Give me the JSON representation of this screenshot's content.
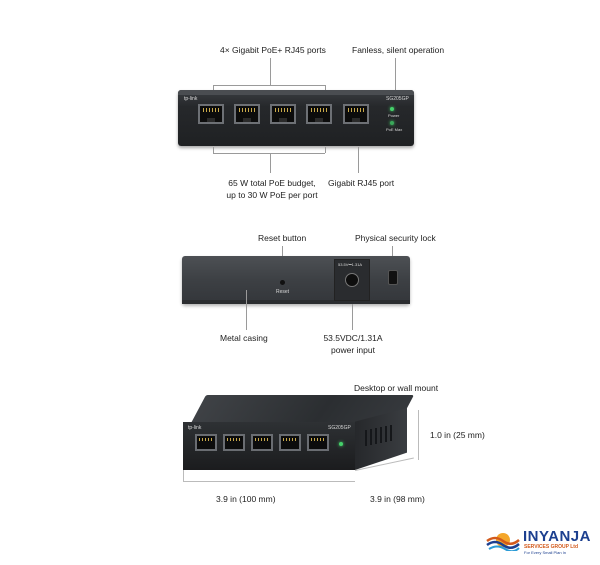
{
  "front_view": {
    "label_ports": "4× Gigabit PoE+ RJ45 ports",
    "label_fanless": "Fanless, silent operation",
    "label_budget_line1": "65 W total PoE budget,",
    "label_budget_line2": "up to 30 W PoE per port",
    "label_uplink": "Gigabit RJ45 port",
    "device_brand": "tp-link",
    "device_model": "SG205GP",
    "led_power": "Power",
    "led_poe_max": "PoE Max"
  },
  "rear_view": {
    "label_reset": "Reset button",
    "label_lock": "Physical security lock",
    "label_casing": "Metal casing",
    "label_power_line1": "53.5VDC/1.31A",
    "label_power_line2": "power input",
    "reset_text": "Reset",
    "dc_text": "53.5V⎓1.31A"
  },
  "perspective_view": {
    "label_mount": "Desktop or wall mount",
    "label_height": "1.0 in (25 mm)",
    "label_width": "3.9 in (100 mm)",
    "label_depth": "3.9 in (98 mm)"
  },
  "logo": {
    "name": "INYANJA",
    "subtitle": "SERVICES GROUP Ltd",
    "tagline": "For Every Small Plan In"
  },
  "colors": {
    "device_dark": "#26282b",
    "led_green": "#45d16a",
    "logo_blue": "#1c3f8f",
    "logo_orange": "#d35a1c"
  }
}
